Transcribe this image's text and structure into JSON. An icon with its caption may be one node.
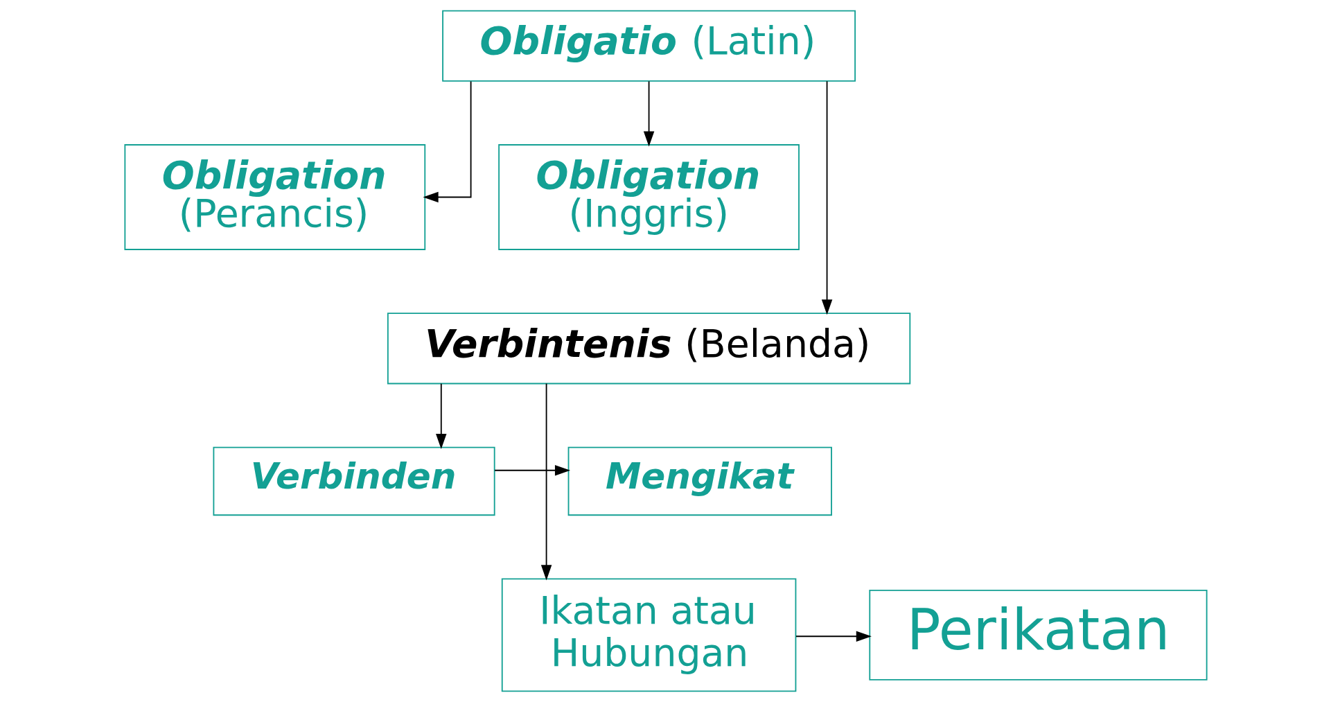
{
  "diagram": {
    "nodes": [
      {
        "text": [
          "**Obligatio** (Latin)"
        ]
      },
      {
        "text": [
          "**Obligation** (Perancis)"
        ]
      },
      {
        "text": [
          "**Obligation** (Inggris)"
        ]
      },
      {
        "text": [
          "**Verbintenis** (Belanda)"
        ]
      },
      {
        "text": [
          "**Verbinden**"
        ]
      },
      {
        "text": [
          "**Mengikat**"
        ]
      },
      {
        "text": [
          "Ikatan atau Hubungan"
        ]
      },
      {
        "text": [
          "Perikatan"
        ]
      }
    ],
    "edges": [
      {
        "from": 0,
        "to": 3,
        "arrow": "to"
      },
      {
        "from": 0,
        "to": 1,
        "arrow": "to"
      },
      {
        "from": 0,
        "to": 2,
        "arrow": "to"
      },
      {
        "from": 3,
        "to": 6,
        "arrow": "to"
      },
      {
        "from": 3,
        "to": 4,
        "arrow": "to"
      },
      {
        "from": 4,
        "to": 5,
        "arrow": "to"
      },
      {
        "from": 6,
        "to": 7,
        "arrow": "to"
      }
    ]
  }
}
